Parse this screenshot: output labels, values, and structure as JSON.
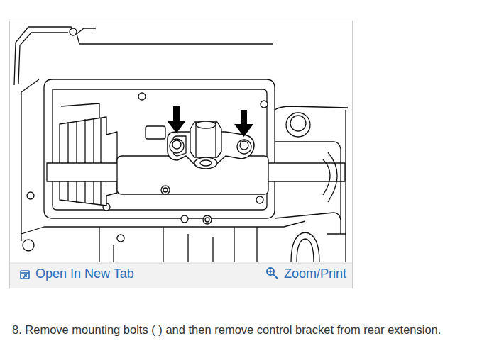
{
  "diagram": {
    "caption": "8. Remove mounting bolts ( ) and then remove control bracket from rear extension.",
    "labels": [
      "Open In New Tab",
      "Zoom/Print"
    ]
  }
}
